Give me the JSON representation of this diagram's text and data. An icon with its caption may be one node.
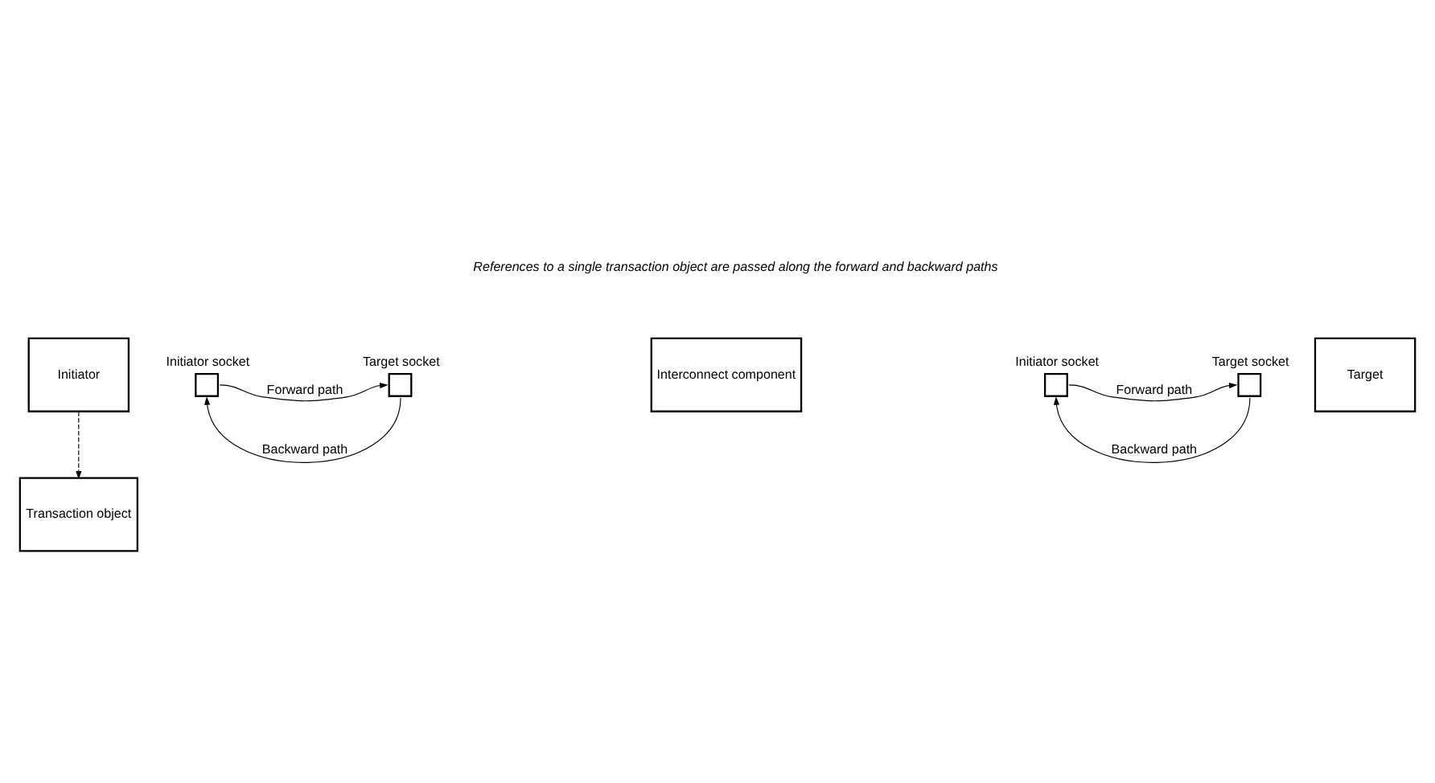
{
  "diagram": {
    "nodes": [
      {
        "text": [
          "Initiator"
        ]
      },
      {
        "text": [],
        "shape": "box",
        "beside": [
          "Initiator socket"
        ]
      },
      {
        "text": [],
        "shape": "box",
        "beside": [
          "Target socket"
        ]
      },
      {
        "text": [
          "Interconnect component"
        ]
      },
      {
        "text": [],
        "shape": "box",
        "beside": [
          "Initiator socket"
        ]
      },
      {
        "text": [],
        "shape": "box",
        "beside": [
          "Target socket"
        ]
      },
      {
        "text": [
          "Target"
        ]
      },
      {
        "text": [
          "Transaction object"
        ]
      }
    ],
    "edges": [
      {
        "from": 1,
        "to": 2,
        "arrow": "to",
        "label": "Forward path"
      },
      {
        "from": 2,
        "to": 1,
        "arrow": "to",
        "label": "Backward path"
      },
      {
        "from": 4,
        "to": 5,
        "arrow": "to",
        "label": "Forward path"
      },
      {
        "from": 5,
        "to": 4,
        "arrow": "to",
        "label": "Backward path"
      },
      {
        "from": 0,
        "to": 7,
        "arrow": "to",
        "style": "dashed"
      }
    ],
    "labels": [
      "References to a single transaction object are passed along the forward and backward paths"
    ]
  }
}
